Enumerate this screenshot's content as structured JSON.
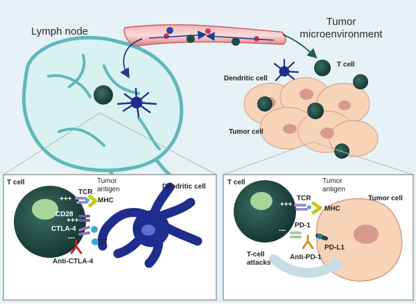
{
  "labels": {
    "lymph_node": "Lymph node",
    "tumor_microenvironment_line1": "Tumor",
    "tumor_microenvironment_line2": "microenvironment",
    "t_cell_top": "T cell",
    "dendritic_cell_top": "Dendritic cell",
    "tumor_cell_top": "Tumor cell"
  },
  "left_panel": {
    "t_cell": "T cell",
    "tumor_antigen_line1": "Tumor",
    "tumor_antigen_line2": "antigen",
    "tcr": "TCR",
    "mhc": "MHC",
    "dendritic_cell": "Dendritic cell",
    "plus1": "+++",
    "plus2": "+++",
    "cd28": "CD28",
    "ctla4": "CTLA-4",
    "minus": "---",
    "b7": "B7",
    "anti_ctla4": "Anti-CTLA-4"
  },
  "right_panel": {
    "t_cell": "T cell",
    "tumor_antigen_line1": "Tumor",
    "tumor_antigen_line2": "antigen",
    "tcr": "TCR",
    "mhc": "MHC",
    "tumor_cell": "Tumor cell",
    "plus": "+++",
    "minus": "---",
    "pd1": "PD-1",
    "pdl1": "PD-L1",
    "anti_pd1": "Anti-PD-1",
    "attacks_line1": "T-cell",
    "attacks_line2": "attacks"
  },
  "colors": {
    "background": "#e6f2f6",
    "lymph_fill": "#d9f1f1",
    "lymph_stroke": "#5fb8bb",
    "t_cell": "#1f4a44",
    "t_cell_nucleus": "#a8d59a",
    "dendritic": "#1f2d8f",
    "tumor": "#f7d3b8",
    "tumor_nucleus": "#d79a8f",
    "vessel": "#d86a72",
    "panel_border": "#9a9a9a"
  }
}
